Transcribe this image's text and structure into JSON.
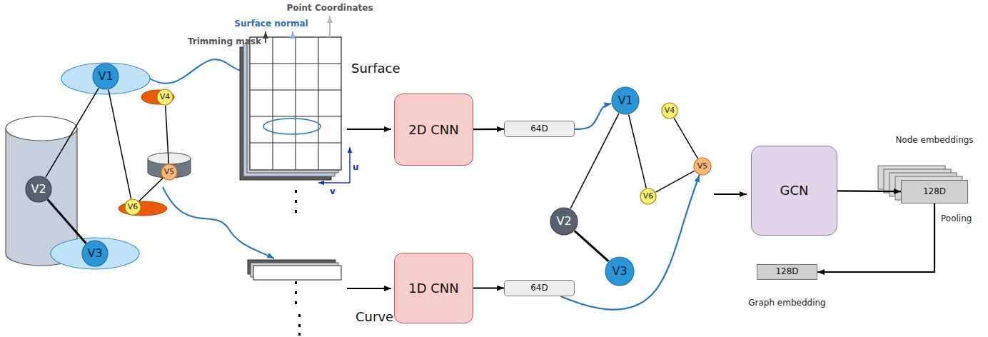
{
  "diagram": {
    "nodes": [
      {
        "text": [
          "V1"
        ]
      },
      {
        "text": [
          "V2"
        ]
      },
      {
        "text": [
          "V3"
        ]
      },
      {
        "text": [
          "V4"
        ]
      },
      {
        "text": [
          "V5"
        ]
      },
      {
        "text": [
          "V6"
        ]
      },
      {
        "text": [
          "2D CNN"
        ]
      },
      {
        "text": [
          "64D"
        ]
      },
      {
        "text": [
          "1D CNN"
        ]
      },
      {
        "text": [
          "64D"
        ]
      },
      {
        "text": [
          "V1"
        ]
      },
      {
        "text": [
          "V2"
        ]
      },
      {
        "text": [
          "V3"
        ]
      },
      {
        "text": [
          "V4"
        ]
      },
      {
        "text": [
          "V5"
        ]
      },
      {
        "text": [
          "V6"
        ]
      },
      {
        "text": [
          "GCN"
        ]
      },
      {
        "text": [
          "Node embeddings",
          "128D"
        ]
      },
      {
        "text": [
          "128D",
          "Graph embedding"
        ]
      }
    ],
    "edges": [
      {
        "from": 0,
        "to": 1,
        "arrow": "none"
      },
      {
        "from": 0,
        "to": 5,
        "arrow": "none"
      },
      {
        "from": 1,
        "to": 2,
        "arrow": "none"
      },
      {
        "from": 3,
        "to": 4,
        "arrow": "none"
      },
      {
        "from": 4,
        "to": 5,
        "arrow": "none"
      },
      {
        "from": 6,
        "to": 7,
        "arrow": "to"
      },
      {
        "from": 8,
        "to": 9,
        "arrow": "to"
      },
      {
        "from": 7,
        "to": 10,
        "arrow": "to"
      },
      {
        "from": 9,
        "to": 14,
        "arrow": "to"
      },
      {
        "from": 10,
        "to": 11,
        "arrow": "none"
      },
      {
        "from": 10,
        "to": 15,
        "arrow": "none"
      },
      {
        "from": 11,
        "to": 12,
        "arrow": "none"
      },
      {
        "from": 13,
        "to": 14,
        "arrow": "none"
      },
      {
        "from": 14,
        "to": 15,
        "arrow": "none"
      },
      {
        "from": 16,
        "to": 17,
        "arrow": "to"
      },
      {
        "from": 17,
        "to": 18,
        "label": "Pooling",
        "arrow": "to"
      }
    ],
    "labels": [
      "Point Coordinates",
      "Surface normal",
      "Trimming mask",
      "Surface",
      "u",
      "v",
      "Curve"
    ]
  }
}
